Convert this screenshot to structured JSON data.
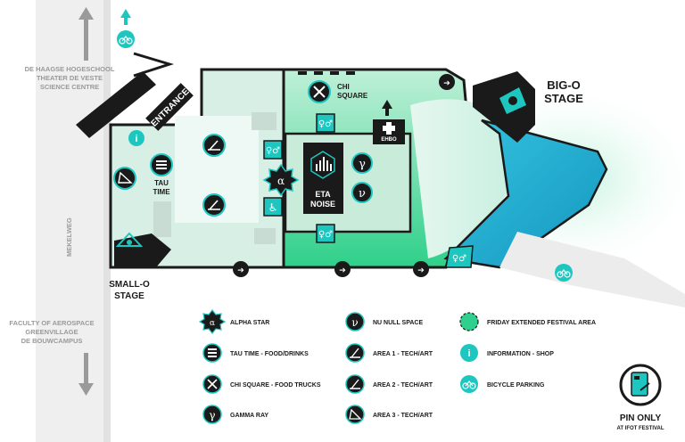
{
  "map": {
    "top_left_destinations": [
      "DE HAAGSE HOGESCHOOL",
      "THEATER DE VESTE",
      "SCIENCE CENTRE"
    ],
    "bottom_left_destinations": [
      "FACULTY OF AEROSPACE",
      "GREENVILLAGE",
      "DE BOUWCAMPUS"
    ],
    "road_label": "MEKELWEG",
    "entrance_label": "ENTRANCE",
    "stages": {
      "big_o": [
        "BIG-O",
        "STAGE"
      ],
      "small_o": [
        "SMALL-O",
        "STAGE"
      ]
    },
    "zones": {
      "chi_square": [
        "CHI",
        "SQUARE"
      ],
      "tau_time": [
        "TAU",
        "TIME"
      ],
      "eta_noise": [
        "ETA",
        "NOISE"
      ],
      "ehbo": "EHBO"
    },
    "colors": {
      "teal": "#1ec6c0",
      "dark": "#1a1a1a",
      "mint": "#d2f0e6",
      "green": "#2fcf8e",
      "blue": "#1aa7c9"
    }
  },
  "legend": {
    "col1": [
      {
        "icon": "alpha-star-icon",
        "label": "ALPHA STAR"
      },
      {
        "icon": "tau-time-icon",
        "label": "TAU TIME - FOOD/DRINKS"
      },
      {
        "icon": "chi-square-icon",
        "label": "CHI SQUARE - FOOD TRUCKS"
      },
      {
        "icon": "gamma-ray-icon",
        "label": "GAMMA RAY"
      }
    ],
    "col2": [
      {
        "icon": "nu-null-space-icon",
        "label": "NU NULL SPACE"
      },
      {
        "icon": "area-1-icon",
        "label": "AREA 1 - TECH/ART"
      },
      {
        "icon": "area-2-icon",
        "label": "AREA 2 - TECH/ART"
      },
      {
        "icon": "area-3-icon",
        "label": "AREA 3 - TECH/ART"
      }
    ],
    "col3": [
      {
        "icon": "friday-area-icon",
        "label": "FRIDAY EXTENDED FESTIVAL AREA"
      },
      {
        "icon": "information-icon",
        "label": "INFORMATION - SHOP"
      },
      {
        "icon": "bicycle-parking-icon",
        "label": "BICYCLE PARKING"
      }
    ]
  },
  "pin": {
    "title": "PIN ONLY",
    "subtitle": "AT IFOT FESTIVAL"
  }
}
